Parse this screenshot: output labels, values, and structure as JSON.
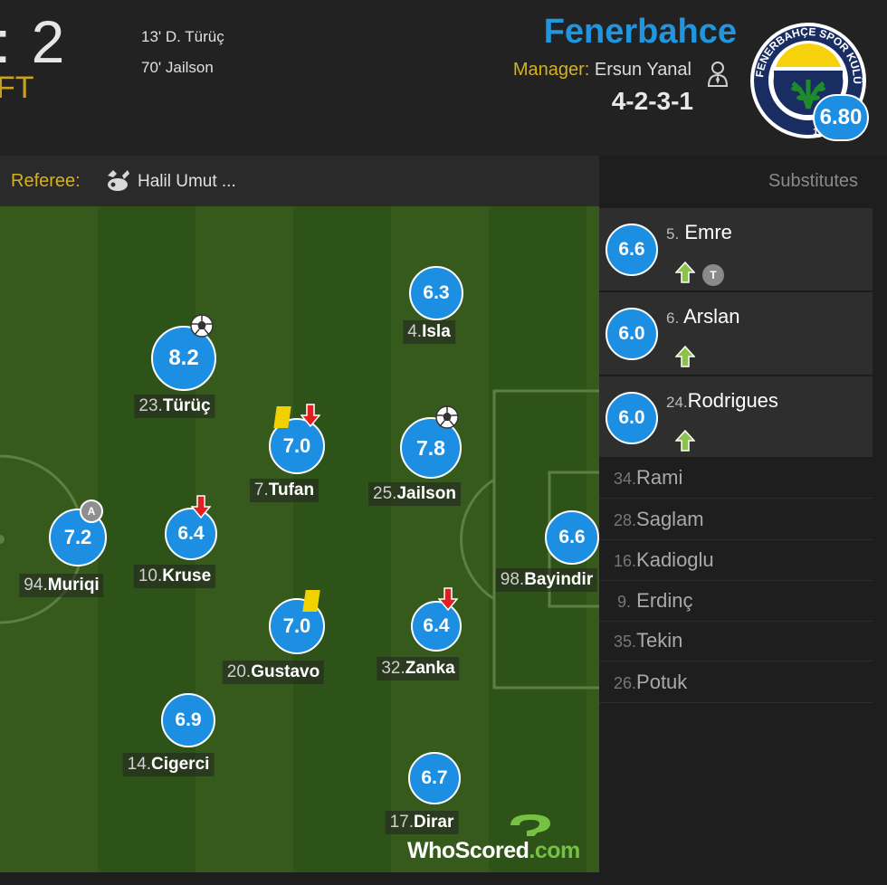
{
  "header": {
    "score": ": 2",
    "status": "FT",
    "goals": [
      "13' D. Türüç",
      "70' Jailson"
    ],
    "team_name": "Fenerbahce",
    "manager_label": "Manager:",
    "manager_name": "Ersun Yanal",
    "formation": "4-2-3-1",
    "team_rating": "6.80",
    "crest_text": "FENERBAHÇE SPOR KULÜBÜ",
    "crest_year": "1907"
  },
  "referee": {
    "label": "Referee:",
    "name": "Halil Umut ..."
  },
  "colors": {
    "accent_blue": "#1d8fe2",
    "gold": "#d4b21e",
    "team_blue": "#2196e0",
    "pitch_light": "#355a1c",
    "pitch_dark": "#2e5318",
    "sub_in_green": "#8bc34a",
    "sub_out_red": "#e02020",
    "yellow_card": "#f2d100"
  },
  "players": [
    {
      "num": "4.",
      "name": "Isla",
      "rating": "6.3",
      "icons": []
    },
    {
      "num": "23.",
      "name": "Türüç",
      "rating": "8.2",
      "icons": [
        "goal-icon"
      ]
    },
    {
      "num": "7.",
      "name": "Tufan",
      "rating": "7.0",
      "icons": [
        "yellow-card-icon",
        "sub-out-icon"
      ]
    },
    {
      "num": "25.",
      "name": "Jailson",
      "rating": "7.8",
      "icons": [
        "goal-icon"
      ]
    },
    {
      "num": "94.",
      "name": "Muriqi",
      "rating": "7.2",
      "icons": [
        "captain-icon"
      ]
    },
    {
      "num": "10.",
      "name": "Kruse",
      "rating": "6.4",
      "icons": [
        "sub-out-icon"
      ]
    },
    {
      "num": "98.",
      "name": "Bayindir",
      "rating": "6.6",
      "icons": []
    },
    {
      "num": "20.",
      "name": "Gustavo",
      "rating": "7.0",
      "icons": [
        "yellow-card-icon"
      ]
    },
    {
      "num": "32.",
      "name": "Zanka",
      "rating": "6.4",
      "icons": [
        "sub-out-icon"
      ]
    },
    {
      "num": "14.",
      "name": "Cigerci",
      "rating": "6.9",
      "icons": []
    },
    {
      "num": "17.",
      "name": "Dirar",
      "rating": "6.7",
      "icons": []
    }
  ],
  "substitutes": {
    "title": "Substitutes",
    "used": [
      {
        "num": "5.",
        "name": "Emre",
        "rating": "6.6",
        "captain_badge": "T"
      },
      {
        "num": "6.",
        "name": "Arslan",
        "rating": "6.0"
      },
      {
        "num": "24.",
        "name": "Rodrigues",
        "rating": "6.0"
      }
    ],
    "bench": [
      {
        "num": "34.",
        "name": "Rami"
      },
      {
        "num": "28.",
        "name": "Saglam"
      },
      {
        "num": "16.",
        "name": "Kadioglu"
      },
      {
        "num": "9.",
        "name": "Erdinç"
      },
      {
        "num": "35.",
        "name": "Tekin"
      },
      {
        "num": "26.",
        "name": "Potuk"
      }
    ]
  },
  "branding": {
    "logo_text_1": "WhoScored",
    "logo_text_2": ".com"
  }
}
